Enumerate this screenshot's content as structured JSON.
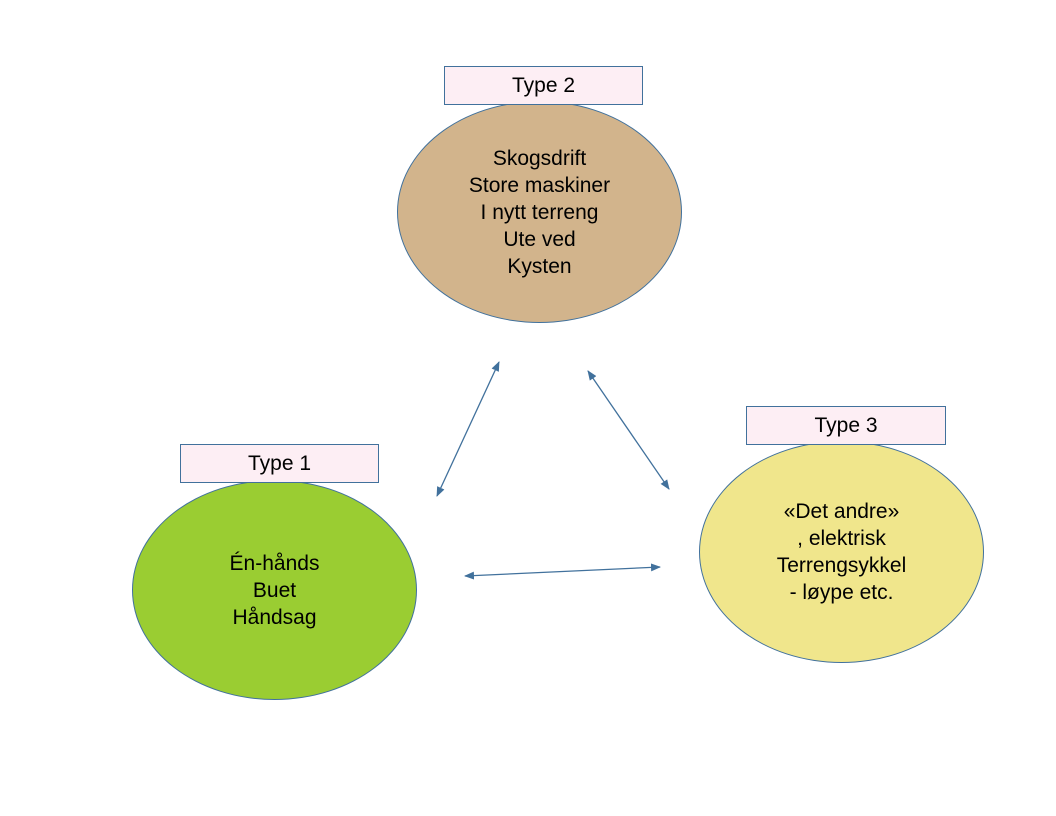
{
  "colors": {
    "type1_fill": "#9acd32",
    "type2_fill": "#d2b48c",
    "type3_fill": "#f0e68c",
    "label_fill": "#fdeef4",
    "border": "#41719c",
    "arrow": "#41719c"
  },
  "nodes": {
    "type1": {
      "label": "Type 1",
      "lines": [
        "Én-hånds",
        "Buet",
        "Håndsag"
      ]
    },
    "type2": {
      "label": "Type 2",
      "lines": [
        "Skogsdrift",
        "Store maskiner",
        "I nytt terreng",
        "Ute ved",
        "Kysten"
      ]
    },
    "type3": {
      "label": "Type 3",
      "lines": [
        "«Det andre»",
        ", elektrisk",
        "Terrengsykkel",
        "- løype etc."
      ]
    }
  },
  "edges": [
    {
      "from": "type1",
      "to": "type2",
      "bidirectional": true
    },
    {
      "from": "type2",
      "to": "type3",
      "bidirectional": true
    },
    {
      "from": "type1",
      "to": "type3",
      "bidirectional": true
    }
  ]
}
